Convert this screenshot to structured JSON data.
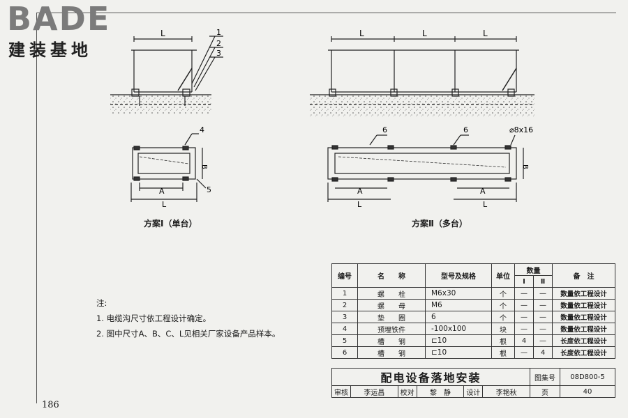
{
  "watermark": {
    "brand": "BADE",
    "subtitle": "建装基地"
  },
  "page_number": "186",
  "drawing": {
    "dim_L": "L",
    "dim_A": "A",
    "dim_B": "B",
    "callouts_left": [
      "1",
      "2",
      "3",
      "4",
      "5"
    ],
    "callouts_right": [
      "6",
      "6",
      "⌀8x16"
    ],
    "caption_single": "方案Ⅰ（单台）",
    "caption_multi": "方案Ⅱ（多台）"
  },
  "notes": {
    "title": "注:",
    "items": [
      "1. 电缆沟尺寸依工程设计确定。",
      "2. 图中尺寸A、B、C、L见相关厂家设备产品样本。"
    ]
  },
  "table": {
    "headers": {
      "no": "编号",
      "name": "名　　称",
      "spec": "型号及规格",
      "unit": "单位",
      "qty": "数量",
      "qty1": "Ⅰ",
      "qty2": "Ⅱ",
      "remark": "备　注"
    },
    "rows": [
      {
        "no": "1",
        "name": "螺　　栓",
        "spec": "M6x30",
        "unit": "个",
        "q1": "—",
        "q2": "—",
        "remark": "数量依工程设计"
      },
      {
        "no": "2",
        "name": "螺　　母",
        "spec": "M6",
        "unit": "个",
        "q1": "—",
        "q2": "—",
        "remark": "数量依工程设计"
      },
      {
        "no": "3",
        "name": "垫　　圈",
        "spec": "6",
        "unit": "个",
        "q1": "—",
        "q2": "—",
        "remark": "数量依工程设计"
      },
      {
        "no": "4",
        "name": "预埋铁件",
        "spec": "-100x100",
        "unit": "块",
        "q1": "—",
        "q2": "—",
        "remark": "数量依工程设计"
      },
      {
        "no": "5",
        "name": "槽　　钢",
        "spec": "⊏10",
        "unit": "根",
        "q1": "4",
        "q2": "—",
        "remark": "长度依工程设计"
      },
      {
        "no": "6",
        "name": "槽　　钢",
        "spec": "⊏10",
        "unit": "根",
        "q1": "—",
        "q2": "4",
        "remark": "长度依工程设计"
      }
    ]
  },
  "title_block": {
    "title": "配电设备落地安装",
    "atlas_label": "图集号",
    "atlas_no": "08D800-5",
    "review_label": "审核",
    "reviewer": "李运昌",
    "check_label": "校对",
    "checker": "黎　静",
    "design_label": "设计",
    "designer": "李艳秋",
    "page_label": "页",
    "page": "40"
  }
}
